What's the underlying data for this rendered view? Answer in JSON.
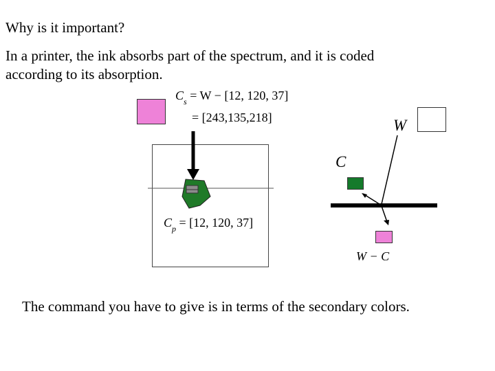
{
  "heading": "Why is it important?",
  "intro": {
    "line1": "In a printer, the ink absorbs part of the spectrum, and it is coded",
    "line2": "according to its absorption."
  },
  "formulas": {
    "cs_var": "C",
    "cs_sub": "s",
    "cs_rhs": "= W − [12, 120, 37]",
    "cs_value": "= [243,135,218]",
    "cp_var": "C",
    "cp_sub": "p",
    "cp_rhs": "= [12, 120, 37]"
  },
  "labels": {
    "w": "W",
    "c": "C",
    "w_minus_c": "W − C"
  },
  "colors": {
    "pink": "#ee82d8",
    "ink_green": "#1f7a28",
    "swatch_green": "#157a2b",
    "gray": "#8c8c8c"
  },
  "footer": "The command you have to give is in terms of the secondary colors."
}
